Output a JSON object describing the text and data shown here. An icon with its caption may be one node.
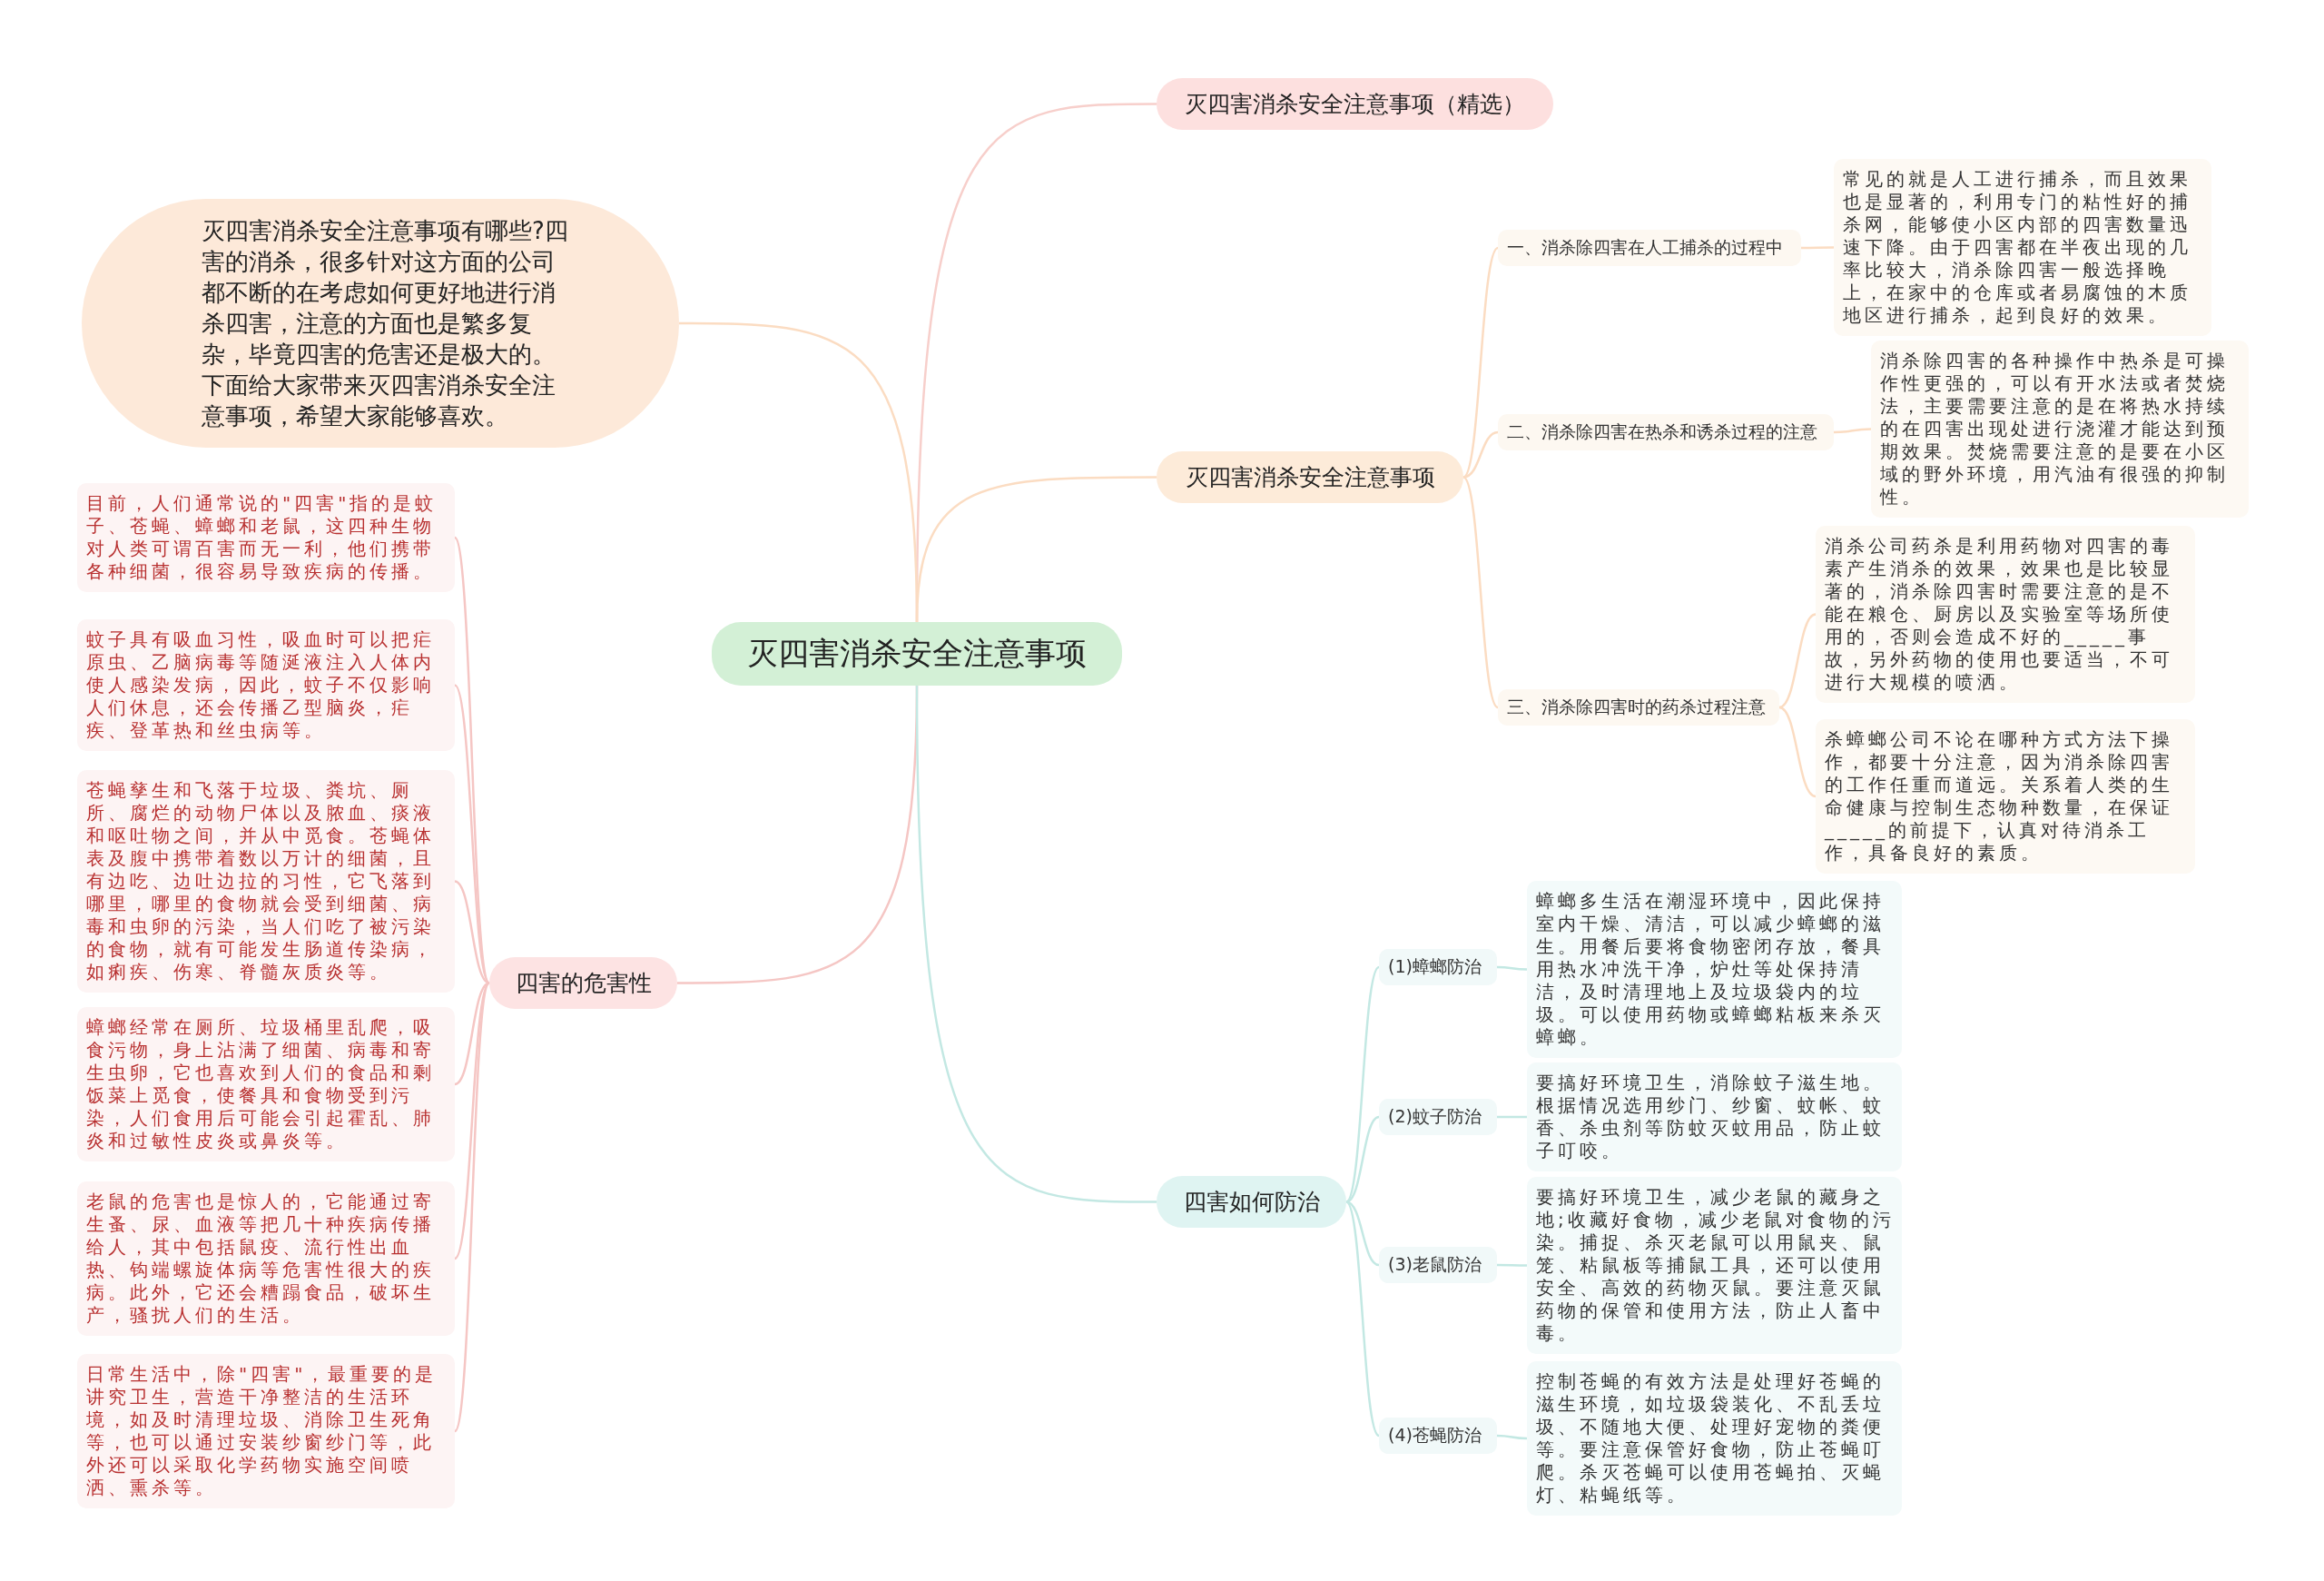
{
  "diagram": {
    "nodes": [
      {
        "text": [
          "灭四害消杀安全注意事项"
        ]
      },
      {
        "text": [
          "灭四害消杀安全注意事项（精选）"
        ]
      },
      {
        "text": [
          "灭四害消杀安全注意事项有哪些?四害的消杀，很多针对这方面的公司都不断的在考虑如何更好地进行消杀四害，注意的方面也是繁多复杂，毕竟四害的危害还是极大的。下面给大家带来灭四害消杀安全注意事项，希望大家能够喜欢。"
        ]
      },
      {
        "text": [
          "灭四害消杀安全注意事项"
        ]
      },
      {
        "text": [
          "一、消杀除四害在人工捕杀的过程中"
        ]
      },
      {
        "text": [
          "常见的就是人工进行捕杀，而且效果也是显著的，利用专门的粘性好的捕杀网，能够使小区内部的四害数量迅速下降。由于四害都在半夜出现的几率比较大，消杀除四害一般选择晚上，在家中的仓库或者易腐蚀的木质地区进行捕杀，起到良好的效果。"
        ]
      },
      {
        "text": [
          "二、消杀除四害在热杀和诱杀过程的注意"
        ]
      },
      {
        "text": [
          "消杀除四害的各种操作中热杀是可操作性更强的，可以有开水法或者焚烧法，主要需要注意的是在将热水持续的在四害出现处进行浇灌才能达到预期效果。焚烧需要注意的是要在小区域的野外环境，用汽油有很强的抑制性。"
        ]
      },
      {
        "text": [
          "三、消杀除四害时的药杀过程注意"
        ]
      },
      {
        "text": [
          "消杀公司药杀是利用药物对四害的毒素产生消杀的效果，效果也是比较显著的，消杀除四害时需要注意的是不能在粮仓、厨房以及实验室等场所使用的，否则会造成不好的_____事故，另外药物的使用也要适当，不可进行大规模的喷洒。"
        ]
      },
      {
        "text": [
          "杀蟑螂公司不论在哪种方式方法下操作，都要十分注意，因为消杀除四害的工作任重而道远。关系着人类的生命健康与控制生态物种数量，在保证_____的前提下，认真对待消杀工作，具备良好的素质。"
        ]
      },
      {
        "text": [
          "四害的危害性"
        ]
      },
      {
        "text": [
          "目前，人们通常说的\"四害\"指的是蚊子、苍蝇、蟑螂和老鼠，这四种生物对人类可谓百害而无一利，他们携带各种细菌，很容易导致疾病的传播。"
        ]
      },
      {
        "text": [
          "蚊子具有吸血习性，吸血时可以把疟原虫、乙脑病毒等随涎液注入人体内使人感染发病，因此，蚊子不仅影响人们休息，还会传播乙型脑炎，疟疾、登革热和丝虫病等。"
        ]
      },
      {
        "text": [
          "苍蝇孳生和飞落于垃圾、粪坑、厕所、腐烂的动物尸体以及脓血、痰液和呕吐物之间，并从中觅食。苍蝇体表及腹中携带着数以万计的细菌，且有边吃、边吐边拉的习性，它飞落到哪里，哪里的食物就会受到细菌、病毒和虫卵的污染，当人们吃了被污染的食物，就有可能发生肠道传染病，如痢疾、伤寒、脊髓灰质炎等。"
        ]
      },
      {
        "text": [
          "蟑螂经常在厕所、垃圾桶里乱爬，吸食污物，身上沾满了细菌、病毒和寄生虫卵，它也喜欢到人们的食品和剩饭菜上觅食，使餐具和食物受到污染，人们食用后可能会引起霍乱、肺炎和过敏性皮炎或鼻炎等。"
        ]
      },
      {
        "text": [
          "老鼠的危害也是惊人的，它能通过寄生蚤、尿、血液等把几十种疾病传播给人，其中包括鼠疫、流行性出血热、钩端螺旋体病等危害性很大的疾病。此外，它还会糟蹋食品，破坏生产，骚扰人们的生活。"
        ]
      },
      {
        "text": [
          "日常生活中，除\"四害\"，最重要的是讲究卫生，营造干净整洁的生活环境，如及时清理垃圾、消除卫生死角等，也可以通过安装纱窗纱门等，此外还可以采取化学药物实施空间喷洒、熏杀等。"
        ]
      },
      {
        "text": [
          "四害如何防治"
        ]
      },
      {
        "text": [
          "(1)蟑螂防治"
        ]
      },
      {
        "text": [
          "蟑螂多生活在潮湿环境中，因此保持室内干燥、清洁，可以减少蟑螂的滋生。用餐后要将食物密闭存放，餐具用热水冲洗干净，炉灶等处保持清洁，及时清理地上及垃圾袋内的垃圾。可以使用药物或蟑螂粘板来杀灭蟑螂。"
        ]
      },
      {
        "text": [
          "(2)蚊子防治"
        ]
      },
      {
        "text": [
          "要搞好环境卫生，消除蚊子滋生地。根据情况选用纱门、纱窗、蚊帐、蚊香、杀虫剂等防蚊灭蚊用品，防止蚊子叮咬。"
        ]
      },
      {
        "text": [
          "(3)老鼠防治"
        ]
      },
      {
        "text": [
          "要搞好环境卫生，减少老鼠的藏身之地;收藏好食物，减少老鼠对食物的污染。捕捉、杀灭老鼠可以用鼠夹、鼠笼、粘鼠板等捕鼠工具，还可以使用安全、高效的药物灭鼠。要注意灭鼠药物的保管和使用方法，防止人畜中毒。"
        ]
      },
      {
        "text": [
          "(4)苍蝇防治"
        ]
      },
      {
        "text": [
          "控制苍蝇的有效方法是处理好苍蝇的滋生环境，如垃圾袋装化、不乱丢垃圾、不随地大便、处理好宠物的粪便等。要注意保管好食物，防止苍蝇叮爬。杀灭苍蝇可以使用苍蝇拍、灭蝇灯、粘蝇纸等。"
        ]
      }
    ],
    "edges": [
      {
        "from": 0,
        "to": 1,
        "arrow": "none",
        "color": "#f7cfcb"
      },
      {
        "from": 0,
        "to": 2,
        "arrow": "none",
        "color": "#fbdcc2"
      },
      {
        "from": 0,
        "to": 3,
        "arrow": "none",
        "color": "#fbdcc2"
      },
      {
        "from": 3,
        "to": 4,
        "arrow": "none",
        "color": "#fbdcc2"
      },
      {
        "from": 4,
        "to": 5,
        "arrow": "none",
        "color": "#fbdcc2"
      },
      {
        "from": 3,
        "to": 6,
        "arrow": "none",
        "color": "#fbdcc2"
      },
      {
        "from": 6,
        "to": 7,
        "arrow": "none",
        "color": "#fbdcc2"
      },
      {
        "from": 3,
        "to": 8,
        "arrow": "none",
        "color": "#fbdcc2"
      },
      {
        "from": 8,
        "to": 9,
        "arrow": "none",
        "color": "#fbdcc2"
      },
      {
        "from": 8,
        "to": 10,
        "arrow": "none",
        "color": "#fbdcc2"
      },
      {
        "from": 0,
        "to": 11,
        "arrow": "none",
        "color": "#f5c6c4"
      },
      {
        "from": 11,
        "to": 12,
        "arrow": "none",
        "color": "#f5c6c4"
      },
      {
        "from": 11,
        "to": 13,
        "arrow": "none",
        "color": "#f5c6c4"
      },
      {
        "from": 11,
        "to": 14,
        "arrow": "none",
        "color": "#f5c6c4"
      },
      {
        "from": 11,
        "to": 15,
        "arrow": "none",
        "color": "#f5c6c4"
      },
      {
        "from": 11,
        "to": 16,
        "arrow": "none",
        "color": "#f5c6c4"
      },
      {
        "from": 11,
        "to": 17,
        "arrow": "none",
        "color": "#f5c6c4"
      },
      {
        "from": 0,
        "to": 18,
        "arrow": "none",
        "color": "#c3e8e3"
      },
      {
        "from": 18,
        "to": 19,
        "arrow": "none",
        "color": "#c3e8e3"
      },
      {
        "from": 19,
        "to": 20,
        "arrow": "none",
        "color": "#c3e8e3"
      },
      {
        "from": 18,
        "to": 21,
        "arrow": "none",
        "color": "#c3e8e3"
      },
      {
        "from": 21,
        "to": 22,
        "arrow": "none",
        "color": "#c3e8e3"
      },
      {
        "from": 18,
        "to": 23,
        "arrow": "none",
        "color": "#c3e8e3"
      },
      {
        "from": 23,
        "to": 24,
        "arrow": "none",
        "color": "#c3e8e3"
      },
      {
        "from": 18,
        "to": 25,
        "arrow": "none",
        "color": "#c3e8e3"
      },
      {
        "from": 25,
        "to": 26,
        "arrow": "none",
        "color": "#c3e8e3"
      }
    ]
  }
}
